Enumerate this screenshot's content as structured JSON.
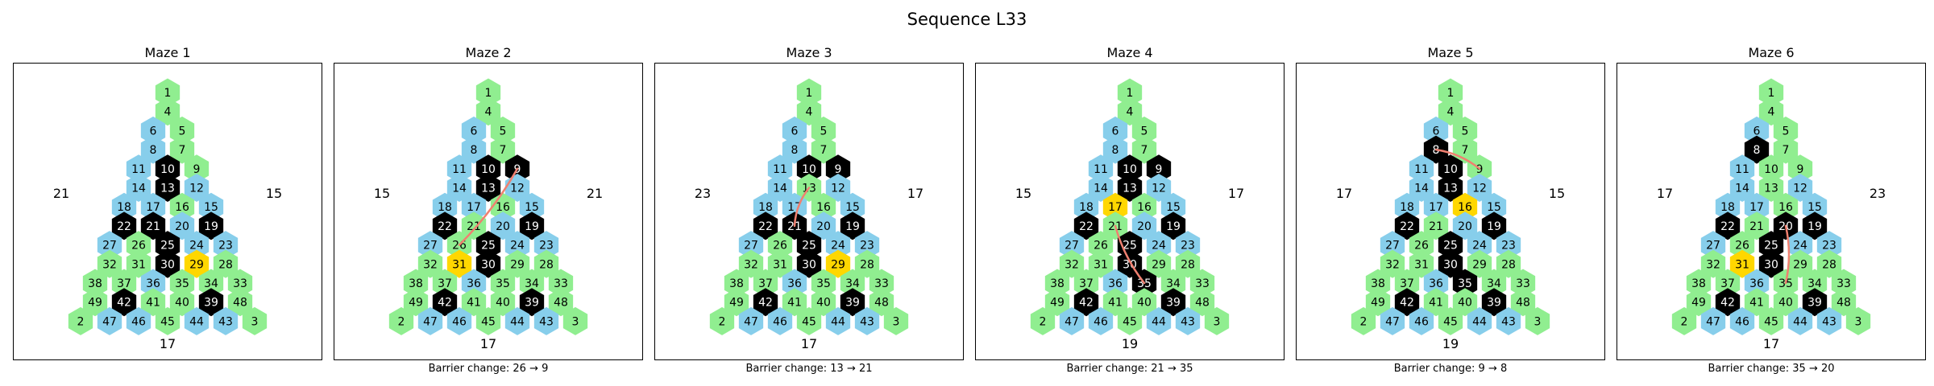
{
  "title": "Sequence L33",
  "colors": {
    "green": "#90EE90",
    "blue": "#87CEEB",
    "black": "#000000",
    "gold": "#FFD700",
    "barrier": "#F08070"
  },
  "maze_rows": [
    [
      1
    ],
    [
      4
    ],
    [
      6,
      5
    ],
    [
      8,
      7
    ],
    [
      11,
      10,
      9
    ],
    [
      14,
      13,
      12
    ],
    [
      18,
      17,
      16,
      15
    ],
    [
      22,
      21,
      20,
      19
    ],
    [
      27,
      26,
      25,
      24,
      23
    ],
    [
      32,
      31,
      30,
      29,
      28
    ],
    [
      38,
      37,
      36,
      35,
      34,
      33
    ],
    [
      49,
      42,
      41,
      40,
      39,
      48
    ],
    [
      2,
      47,
      46,
      45,
      44,
      43,
      3
    ]
  ],
  "base_colors": {
    "black": [
      10,
      13,
      22,
      21,
      25,
      30,
      19,
      42,
      39
    ],
    "blue": [
      6,
      8,
      11,
      14,
      18,
      17,
      15,
      12,
      27,
      20,
      23,
      24,
      36,
      47,
      46,
      44,
      43
    ]
  },
  "mazes": [
    {
      "title": "Maze 1",
      "left": "21",
      "right": "15",
      "bottom": "17",
      "caption": "",
      "gold": [
        29
      ],
      "black_remove": [],
      "black_add": [],
      "barrier": null
    },
    {
      "title": "Maze 2",
      "left": "15",
      "right": "21",
      "bottom": "17",
      "caption": "Barrier change: 26 → 9",
      "gold": [
        31
      ],
      "black_remove": [
        21
      ],
      "black_add": [
        9
      ],
      "barrier": [
        26,
        9
      ]
    },
    {
      "title": "Maze 3",
      "left": "23",
      "right": "17",
      "bottom": "17",
      "caption": "Barrier change: 13 → 21",
      "gold": [
        29
      ],
      "black_remove": [
        13
      ],
      "black_add": [
        9
      ],
      "barrier": [
        13,
        21
      ]
    },
    {
      "title": "Maze 4",
      "left": "15",
      "right": "17",
      "bottom": "19",
      "caption": "Barrier change: 21 → 35",
      "gold": [
        17
      ],
      "black_remove": [
        21
      ],
      "black_add": [
        9,
        35
      ],
      "barrier": [
        21,
        35
      ]
    },
    {
      "title": "Maze 5",
      "left": "17",
      "right": "15",
      "bottom": "19",
      "caption": "Barrier change: 9 → 8",
      "gold": [
        16
      ],
      "black_remove": [
        21
      ],
      "black_add": [
        8,
        35
      ],
      "barrier": [
        9,
        8
      ]
    },
    {
      "title": "Maze 6",
      "left": "17",
      "right": "23",
      "bottom": "17",
      "caption": "Barrier change: 35 → 20",
      "gold": [
        31
      ],
      "black_remove": [
        21,
        10,
        13
      ],
      "black_add": [
        8,
        20
      ],
      "barrier": [
        35,
        20
      ]
    }
  ]
}
